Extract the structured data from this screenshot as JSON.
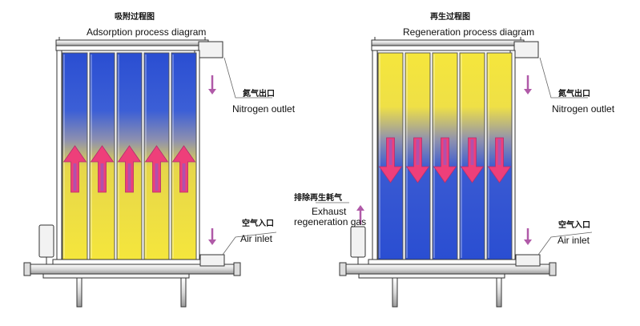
{
  "panels": {
    "adsorption": {
      "title_cn": "吸附过程图",
      "title_en": "Adsorption process diagram",
      "nitrogen_outlet_cn": "氮气出口",
      "nitrogen_outlet_en": "Nitrogen outlet",
      "air_inlet_cn": "空气入口",
      "air_inlet_en": "Air inlet",
      "flow_direction": "up",
      "column_count": 5
    },
    "regeneration": {
      "title_cn": "再生过程图",
      "title_en": "Regeneration process diagram",
      "nitrogen_outlet_cn": "氮气出口",
      "nitrogen_outlet_en": "Nitrogen outlet",
      "air_inlet_cn": "空气入口",
      "air_inlet_en": "Air inlet",
      "exhaust_cn": "排除再生耗气",
      "exhaust_en_line1": "Exhaust",
      "exhaust_en_line2": "regeneration gas",
      "flow_direction": "down",
      "column_count": 5
    }
  },
  "colors": {
    "saturated": "#2b4fd0",
    "fresh": "#f5e33a",
    "flow_arrow": "#ee3f7a",
    "flow_arrow_inner": "#a255b8",
    "small_arrow": "#b05aa8",
    "frame": "#333333"
  }
}
